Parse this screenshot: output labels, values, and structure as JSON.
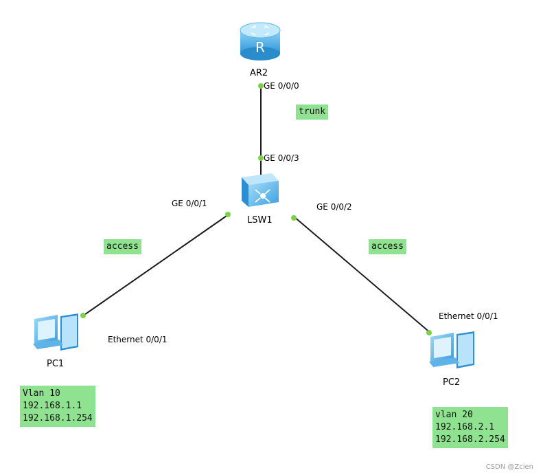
{
  "devices": {
    "router": {
      "name": "AR2",
      "icon": "router-icon"
    },
    "switch": {
      "name": "LSW1",
      "icon": "switch-icon"
    },
    "pc1": {
      "name": "PC1",
      "icon": "pc-icon"
    },
    "pc2": {
      "name": "PC2",
      "icon": "pc-icon"
    }
  },
  "ports": {
    "ar2_ge000": "GE 0/0/0",
    "lsw1_ge003": "GE 0/0/3",
    "lsw1_ge001": "GE 0/0/1",
    "lsw1_ge002": "GE 0/0/2",
    "pc1_eth": "Ethernet 0/0/1",
    "pc2_eth": "Ethernet 0/0/1"
  },
  "link_modes": {
    "uplink": "trunk",
    "left": "access",
    "right": "access"
  },
  "notes": {
    "pc1": [
      "Vlan 10",
      "192.168.1.1",
      "192.168.1.254"
    ],
    "pc2": [
      "vlan 20",
      "192.168.2.1",
      "192.168.2.254"
    ]
  },
  "watermark": "CSDN @Zcien",
  "colors": {
    "tag_bg": "#8fe28f",
    "port_dot": "#7bd14a",
    "link": "#1a1a1a",
    "device_blue": "#3aa6e8"
  }
}
